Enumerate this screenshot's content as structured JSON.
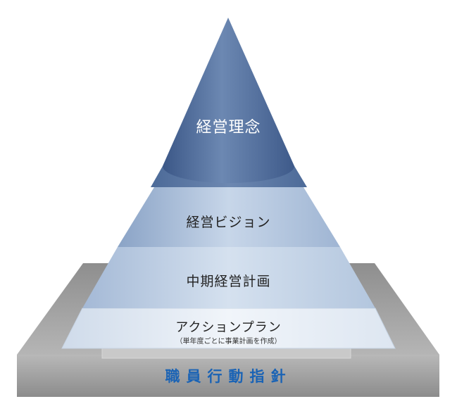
{
  "diagram": {
    "levels": {
      "philosophy": "経営理念",
      "vision": "経営ビジョン",
      "midterm_plan": "中期経営計画",
      "action_plan": "アクションプラン",
      "action_plan_note": "（単年度ごとに事業計画を作成）"
    },
    "base": {
      "label": "職員行動指針"
    }
  },
  "colors": {
    "cone": "#4a6a9b",
    "base_plinth": "#a0a0a0",
    "conduct_text": "#1a63b5"
  }
}
